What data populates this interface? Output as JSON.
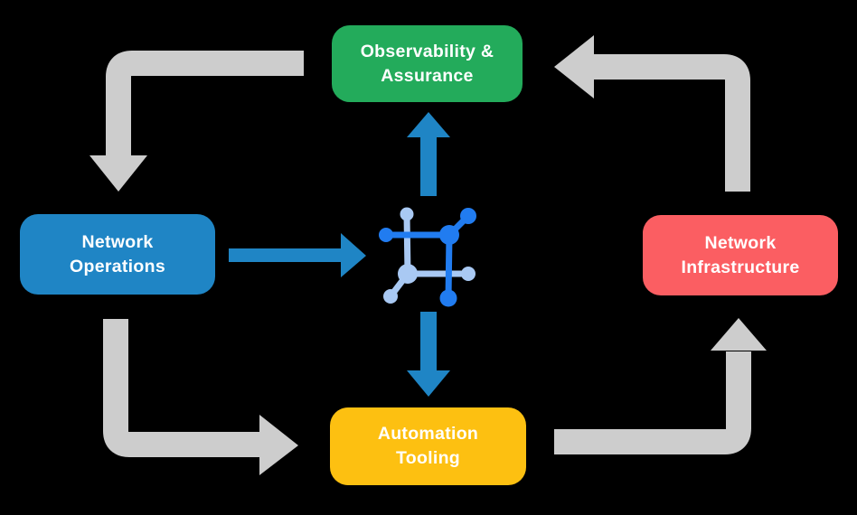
{
  "diagram": {
    "background": "#000000",
    "nodes": {
      "observability": {
        "label": "Observability &\nAssurance",
        "color": "#23ab5b"
      },
      "operations": {
        "label": "Network\nOperations",
        "color": "#1f85c5"
      },
      "infrastructure": {
        "label": "Network\nInfrastructure",
        "color": "#fb5e62"
      },
      "automation": {
        "label": "Automation\nTooling",
        "color": "#fdc011"
      }
    },
    "colors": {
      "cycle_arrow": "#cdcdcd",
      "hub_arrow": "#1f85c5",
      "icon_primary": "#217cf0",
      "icon_secondary": "#a9c9f3"
    },
    "center_icon": {
      "name": "network-hub-icon"
    },
    "flows": [
      {
        "from": "Observability & Assurance",
        "to": "Network Operations",
        "style": "cycle"
      },
      {
        "from": "Network Operations",
        "to": "Automation Tooling",
        "style": "cycle"
      },
      {
        "from": "Automation Tooling",
        "to": "Network Infrastructure",
        "style": "cycle"
      },
      {
        "from": "Network Infrastructure",
        "to": "Observability & Assurance",
        "style": "cycle"
      },
      {
        "from": "Network Operations",
        "to": "network-hub",
        "style": "hub"
      },
      {
        "from": "network-hub",
        "to": "Observability & Assurance",
        "style": "hub"
      },
      {
        "from": "network-hub",
        "to": "Automation Tooling",
        "style": "hub"
      }
    ]
  }
}
